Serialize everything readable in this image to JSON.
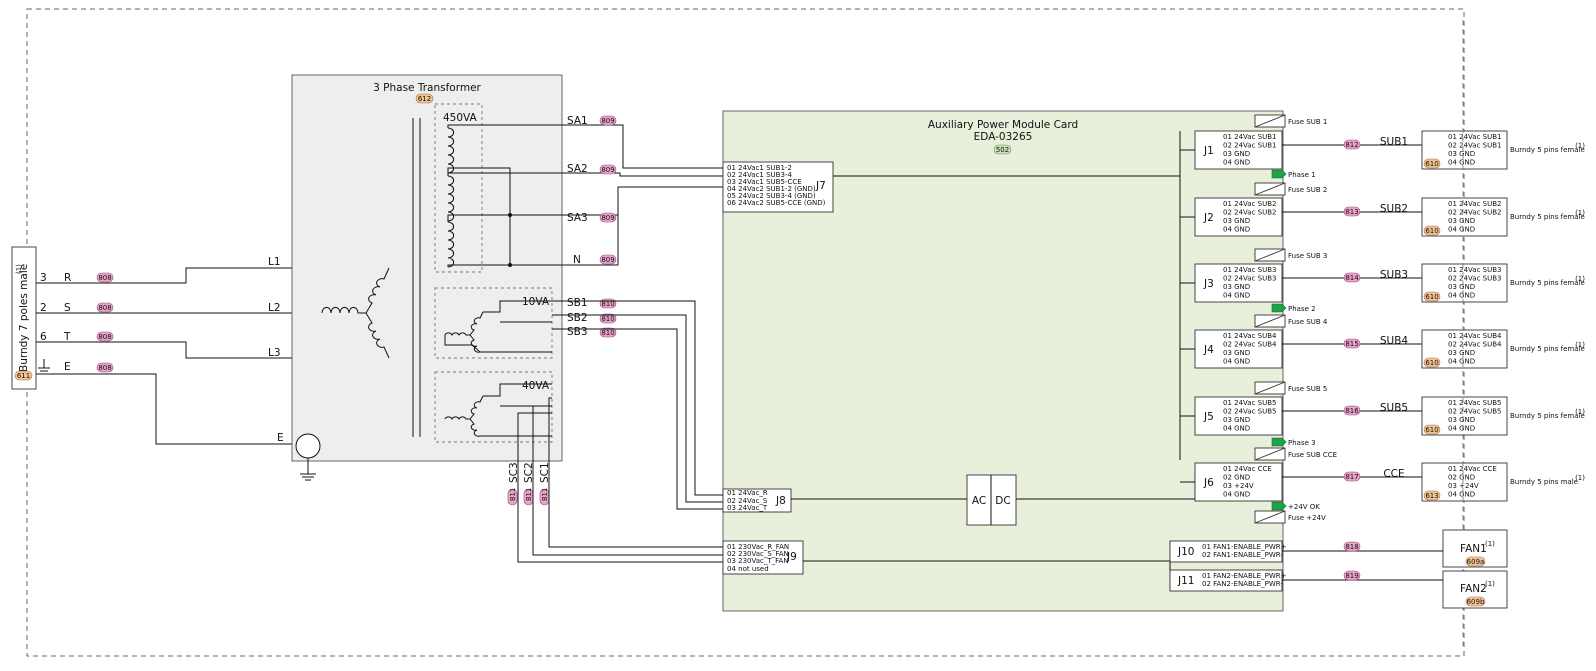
{
  "colors": {
    "pink_tag": "#e9a3c9",
    "orange_tag": "#f3c391",
    "green_tag": "#c9dfb4",
    "card_fill": "#e8f0dc",
    "transformer_fill": "#eeeeee",
    "led_green": "#1ea34a"
  },
  "burndy7": {
    "title": "Burndy 7 poles male",
    "sup": "(1)",
    "tag": "611"
  },
  "lines": [
    {
      "pin": "3",
      "name": "R",
      "tag": "808",
      "label": "L1"
    },
    {
      "pin": "2",
      "name": "S",
      "tag": "808",
      "label": "L2"
    },
    {
      "pin": "6",
      "name": "T",
      "tag": "808",
      "label": "L3"
    }
  ],
  "earth": {
    "name": "E",
    "tag": "808",
    "label": "E"
  },
  "transformer": {
    "title": "3 Phase Transformer",
    "tag": "612",
    "w450": "450VA",
    "w10": "10VA",
    "w40": "40VA",
    "sa": [
      {
        "name": "SA1",
        "tag": "809"
      },
      {
        "name": "SA2",
        "tag": "809"
      },
      {
        "name": "SA3",
        "tag": "809"
      },
      {
        "name": "N",
        "tag": "809"
      }
    ],
    "sb": [
      {
        "name": "SB1",
        "tag": "810"
      },
      {
        "name": "SB2",
        "tag": "810"
      },
      {
        "name": "SB3",
        "tag": "810"
      }
    ],
    "sc": [
      {
        "name": "SC3",
        "tag": "811"
      },
      {
        "name": "SC2",
        "tag": "811"
      },
      {
        "name": "SC1",
        "tag": "811"
      }
    ]
  },
  "card": {
    "title": "Auxiliary Power Module Card",
    "part": "EDA-03265",
    "tag": "502"
  },
  "j7": {
    "label": "J7",
    "pins": [
      "01 24Vac1 SUB1-2",
      "02 24Vac1 SUB3-4",
      "03 24Vac1 SUB5-CCE",
      "04 24Vac2 SUB1-2 (GND)",
      "05 24Vac2 SUB3-4 (GND)",
      "06 24Vac2 SUB5-CCE (GND)"
    ]
  },
  "j8": {
    "label": "J8",
    "pins": [
      "01 24Vac_R",
      "02 24Vac_S",
      "03 24Vac_T"
    ]
  },
  "j9": {
    "label": "J9",
    "pins": [
      "01 230Vac_R_FAN",
      "02 230Vac_S_FAN",
      "03 230Vac_T_FAN",
      "04 not used"
    ]
  },
  "acdc": {
    "ac": "AC",
    "dc": "DC"
  },
  "fuses": [
    "Fuse SUB 1",
    "Fuse SUB 2",
    "Fuse SUB 3",
    "Fuse SUB 4",
    "Fuse SUB 5",
    "Fuse SUB CCE",
    "Fuse +24V"
  ],
  "phases": [
    "Phase 1",
    "Phase 2",
    "Phase 3",
    "+24V OK"
  ],
  "subs": [
    {
      "j": "J1",
      "pins": [
        "01 24Vac SUB1",
        "02 24Vac SUB1",
        "03 GND",
        "04 GND"
      ],
      "tag": "812",
      "name": "SUB1",
      "ext": [
        "01 24Vac SUB1",
        "02 24Vac SUB1",
        "03 GND",
        "04 GND"
      ],
      "ext_tag": "610",
      "desc": "Burndy 5 pins female",
      "sup": "(1)"
    },
    {
      "j": "J2",
      "pins": [
        "01 24Vac SUB2",
        "02 24Vac SUB2",
        "03 GND",
        "04 GND"
      ],
      "tag": "813",
      "name": "SUB2",
      "ext": [
        "01 24Vac SUB2",
        "02 24Vac SUB2",
        "03 GND",
        "04 GND"
      ],
      "ext_tag": "610",
      "desc": "Burndy 5 pins female",
      "sup": "(1)"
    },
    {
      "j": "J3",
      "pins": [
        "01 24Vac SUB3",
        "02 24Vac SUB3",
        "03 GND",
        "04 GND"
      ],
      "tag": "814",
      "name": "SUB3",
      "ext": [
        "01 24Vac SUB3",
        "02 24Vac SUB3",
        "03 GND",
        "04 GND"
      ],
      "ext_tag": "610",
      "desc": "Burndy 5 pins female",
      "sup": "(1)"
    },
    {
      "j": "J4",
      "pins": [
        "01 24Vac SUB4",
        "02 24Vac SUB4",
        "03 GND",
        "04 GND"
      ],
      "tag": "815",
      "name": "SUB4",
      "ext": [
        "01 24Vac SUB4",
        "02 24Vac SUB4",
        "03 GND",
        "04 GND"
      ],
      "ext_tag": "610",
      "desc": "Burndy 5 pins female",
      "sup": "(1)"
    },
    {
      "j": "J5",
      "pins": [
        "01 24Vac SUB5",
        "02 24Vac SUB5",
        "03 GND",
        "04 GND"
      ],
      "tag": "816",
      "name": "SUB5",
      "ext": [
        "01 24Vac SUB5",
        "02 24Vac SUB5",
        "03 GND",
        "04 GND"
      ],
      "ext_tag": "610",
      "desc": "Burndy 5 pins female",
      "sup": "(1)"
    },
    {
      "j": "J6",
      "pins": [
        "01 24Vac CCE",
        "02 GND",
        "03 +24V",
        "04 GND"
      ],
      "tag": "817",
      "name": "CCE",
      "ext": [
        "01 24Vac CCE",
        "02 GND",
        "03 +24V",
        "04 GND"
      ],
      "ext_tag": "613",
      "desc": "Burndy 5 pins male",
      "sup": "(1)"
    }
  ],
  "fans": [
    {
      "j": "J10",
      "pins": [
        "01 FAN1-ENABLE_PWR+",
        "02 FAN1-ENABLE_PWR-"
      ],
      "tag": "818",
      "name": "FAN1",
      "sup": "(1)",
      "ext_tag": "609a"
    },
    {
      "j": "J11",
      "pins": [
        "01 FAN2-ENABLE_PWR+",
        "02 FAN2-ENABLE_PWR-"
      ],
      "tag": "819",
      "name": "FAN2",
      "sup": "(1)",
      "ext_tag": "609b"
    }
  ]
}
